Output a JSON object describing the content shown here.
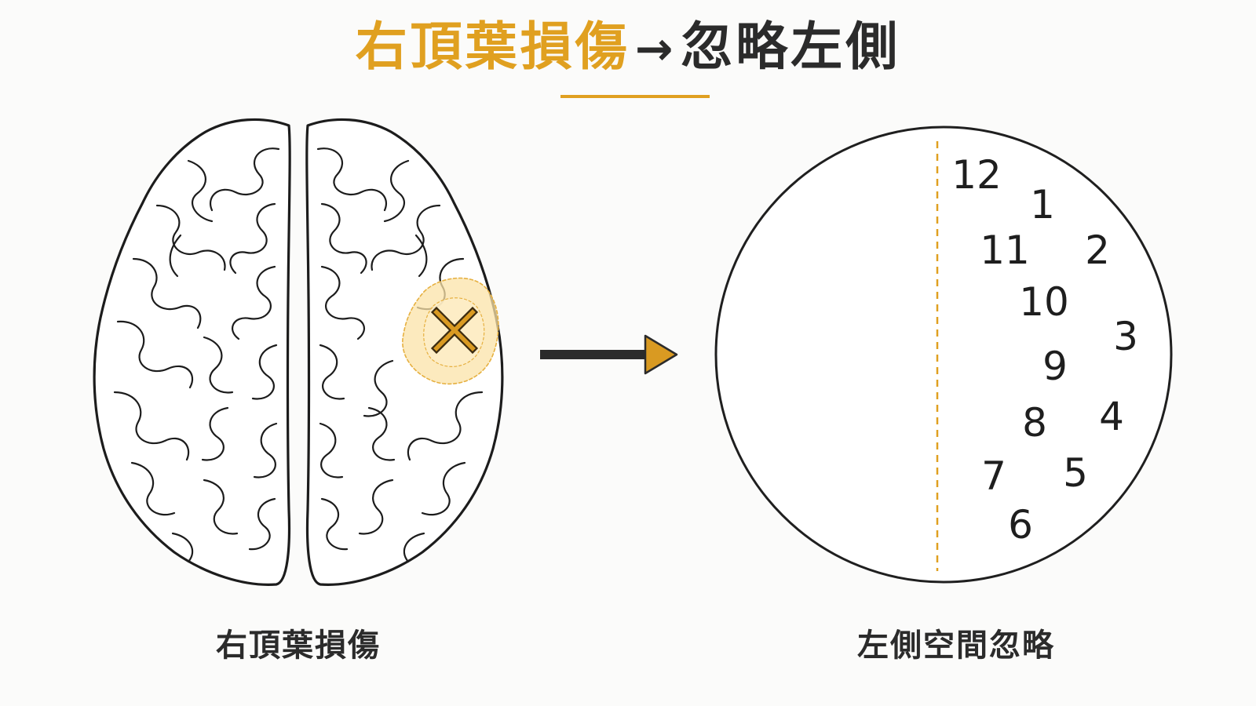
{
  "title": {
    "lesion_text": "右頂葉損傷",
    "arrow": "→",
    "result_text": "忽略左側"
  },
  "captions": {
    "left": "右頂葉損傷",
    "right": "左側空間忽略"
  },
  "clock": {
    "numbers": [
      "12",
      "1",
      "11",
      "2",
      "10",
      "3",
      "9",
      "8",
      "4",
      "7",
      "5",
      "6"
    ]
  },
  "colors": {
    "accent": "#e0a020",
    "ink": "#2b2b2b",
    "lesion_fill": "#fbe3a8"
  },
  "icons": {
    "lesion_marker": "x-mark-icon",
    "flow_arrow": "right-arrow-icon"
  }
}
